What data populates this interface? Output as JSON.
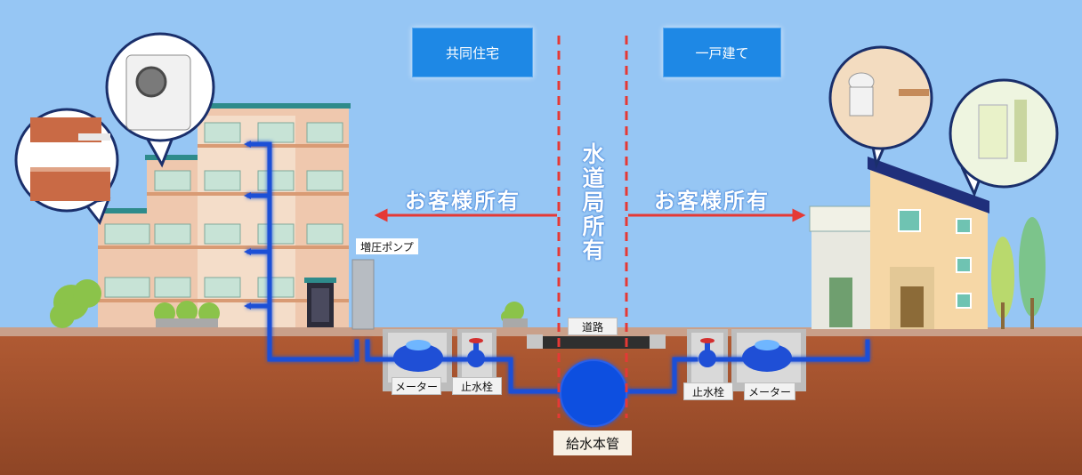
{
  "labels": {
    "multi_family": "共同住宅",
    "detached": "一戸建て",
    "customer_owned_left": "お客様所有",
    "customer_owned_right": "お客様所有",
    "bureau_owned": "水道局所有",
    "booster_pump": "増圧ポンプ",
    "road": "道路",
    "meter_left": "メーター",
    "stopcock_left": "止水栓",
    "stopcock_right": "止水栓",
    "meter_right": "メーター",
    "main_pipe": "給水本管"
  },
  "colors": {
    "sky": "#96c6f4",
    "soil": "#a3522e",
    "pipe": "#1f4fd6",
    "boundary": "#e53935",
    "tag": "#1e88e5"
  }
}
